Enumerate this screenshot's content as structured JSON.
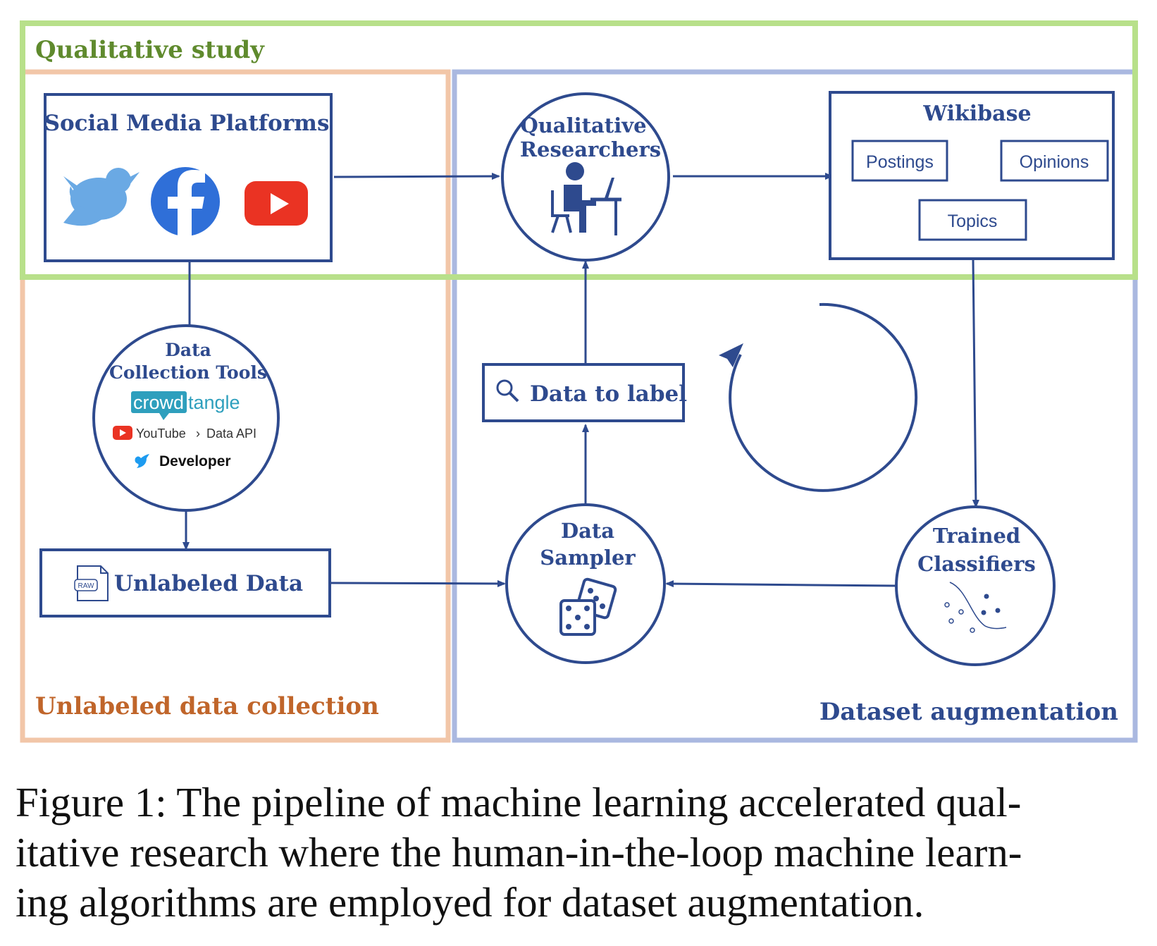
{
  "colors": {
    "navy": "#2e4a8e",
    "green_frame": "#b8e08a",
    "green_text": "#5f8a2d",
    "orange_frame": "#f2c6a8",
    "orange_text": "#c0652a",
    "blue_frame": "#aab8e0",
    "twitter": "#6aa9e4",
    "facebook": "#2f6fd8",
    "youtube": "#ea3323",
    "crowdtangle_text": "#2e9fbd"
  },
  "regions": {
    "qualitative": "Qualitative study",
    "collection": "Unlabeled data collection",
    "augmentation": "Dataset augmentation"
  },
  "social": {
    "title": "Social Media Platforms",
    "icons": [
      "twitter-logo",
      "facebook-logo",
      "youtube-logo"
    ]
  },
  "researchers": {
    "line1": "Qualitative",
    "line2": "Researchers",
    "icon": "person-at-desk-icon"
  },
  "wikibase": {
    "title": "Wikibase",
    "items": [
      "Postings",
      "Opinions",
      "Topics"
    ]
  },
  "tools": {
    "line1": "Data",
    "line2": "Collection Tools",
    "crowd_a": "crowd",
    "crowd_b": "tangle",
    "youtube": "YouTube",
    "chevron": "›",
    "api": "Data API",
    "twitter": "Developer"
  },
  "unlabeled": {
    "label": "Unlabeled Data",
    "badge": "RAW"
  },
  "to_label": {
    "label": "Data to label",
    "icon": "magnifier-icon"
  },
  "sampler": {
    "line1": "Data",
    "line2": "Sampler",
    "icon": "dice-icon"
  },
  "classifiers": {
    "line1": "Trained",
    "line2": "Classifiers",
    "icon": "decision-boundary-icon"
  },
  "caption": [
    "Figure 1: The pipeline of machine learning accelerated qual-",
    "itative research where the human-in-the-loop machine learn-",
    "ing algorithms are employed for dataset augmentation."
  ]
}
